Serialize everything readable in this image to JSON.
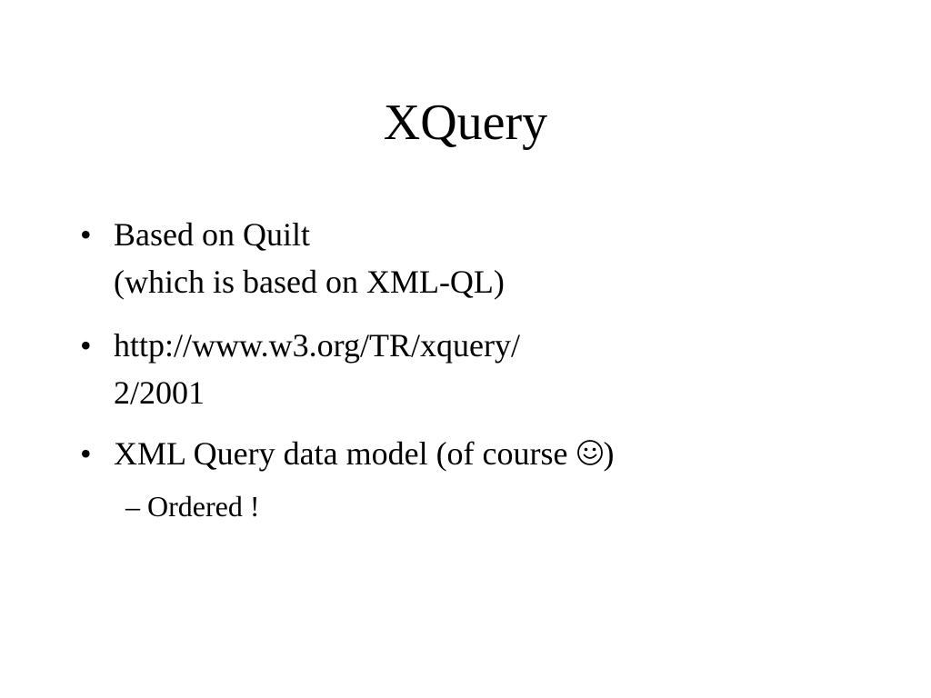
{
  "slide": {
    "title": "XQuery",
    "bullets": [
      {
        "marker": "•",
        "lines": [
          "Based on Quilt",
          "(which is based on XML-QL)"
        ]
      },
      {
        "marker": "•",
        "lines": [
          "http://www.w3.org/TR/xquery/",
          "2/2001"
        ]
      },
      {
        "marker": "•",
        "text_before": "XML Query data model (of course ",
        "icon": "smiley-face-icon",
        "text_after": ")"
      }
    ],
    "sub_bullet": {
      "marker": "–",
      "text": "Ordered !"
    }
  }
}
